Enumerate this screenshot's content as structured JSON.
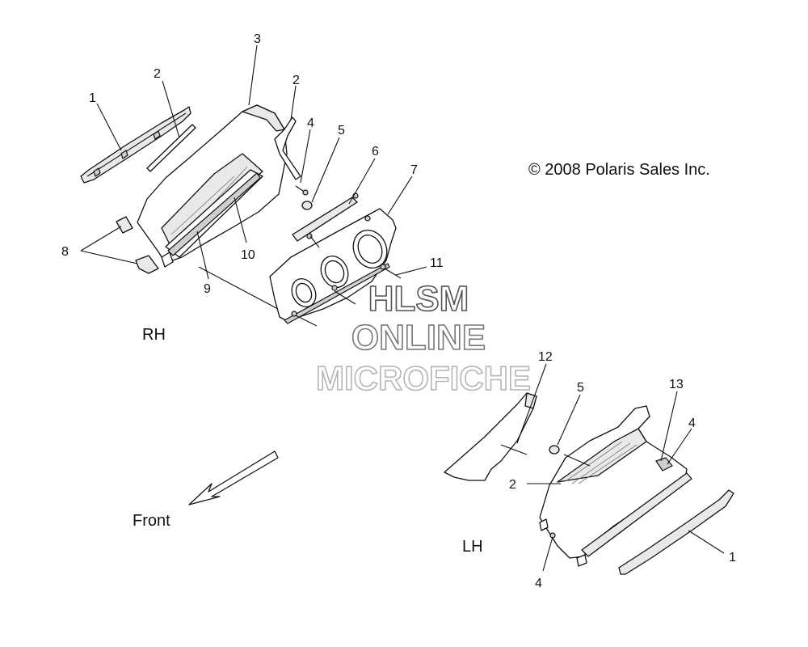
{
  "copyright": "© 2008 Polaris Sales Inc.",
  "sides": {
    "rh": "RH",
    "lh": "LH"
  },
  "direction": {
    "label": "Front"
  },
  "watermark": {
    "line1": "HLSM",
    "line2": "ONLINE",
    "line3": "MICROFICHE"
  },
  "callouts_rh": {
    "c1": "1",
    "c2a": "2",
    "c3": "3",
    "c2b": "2",
    "c4": "4",
    "c5": "5",
    "c6": "6",
    "c7": "7",
    "c8": "8",
    "c9": "9",
    "c10": "10",
    "c11": "11"
  },
  "callouts_lh": {
    "c12": "12",
    "c5": "5",
    "c13": "13",
    "c4a": "4",
    "c2": "2",
    "c1": "1",
    "c4b": "4"
  }
}
